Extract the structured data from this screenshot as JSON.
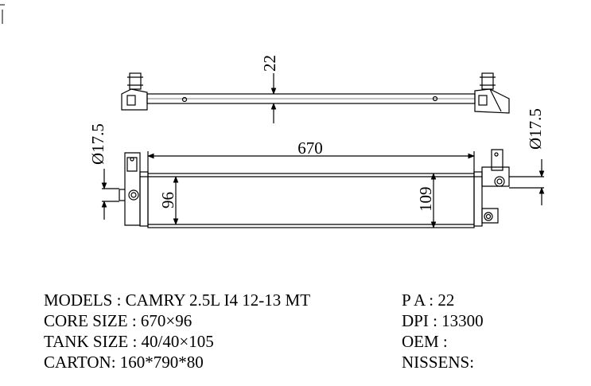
{
  "dimensions": {
    "top_thickness": "22",
    "core_width": "670",
    "core_height": "96",
    "overall_height": "109",
    "inlet_diameter": "Ø17.5",
    "outlet_diameter": "Ø17.5"
  },
  "specs_left": [
    "MODELS : CAMRY 2.5L I4 12-13 MT",
    "CORE SIZE : 670×96",
    "TANK SIZE : 40/40×105",
    "CARTON: 160*790*80"
  ],
  "specs_right": [
    "P A : 22",
    "DPI : 13300",
    "OEM :",
    "NISSENS:"
  ]
}
